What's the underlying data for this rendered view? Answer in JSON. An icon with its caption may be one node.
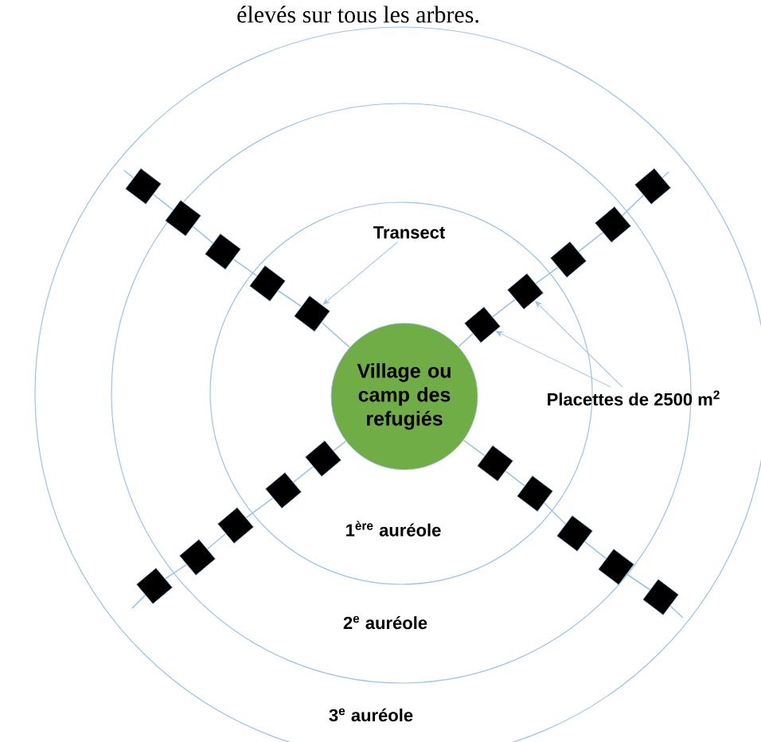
{
  "diagram": {
    "nodes": [
      {
        "text": [
          "Transect"
        ]
      },
      {
        "text": [
          "Village ou camp des refugiés"
        ]
      },
      {
        "text": [
          "Placettes de 2500 m$^{2}$"
        ]
      },
      {
        "text": [],
        "shape": "diamond"
      },
      {
        "text": [],
        "shape": "diamond"
      },
      {
        "text": [],
        "shape": "diamond"
      },
      {
        "text": [],
        "shape": "diamond"
      },
      {
        "text": [],
        "shape": "diamond"
      },
      {
        "text": [],
        "shape": "diamond"
      },
      {
        "text": [],
        "shape": "diamond"
      },
      {
        "text": [],
        "shape": "diamond"
      },
      {
        "text": [],
        "shape": "diamond"
      },
      {
        "text": [],
        "shape": "diamond"
      },
      {
        "text": [],
        "shape": "diamond"
      },
      {
        "text": [],
        "shape": "diamond"
      },
      {
        "text": [],
        "shape": "diamond"
      },
      {
        "text": [],
        "shape": "diamond"
      },
      {
        "text": [],
        "shape": "diamond"
      },
      {
        "text": [],
        "shape": "diamond"
      },
      {
        "text": [],
        "shape": "diamond"
      },
      {
        "text": [],
        "shape": "diamond"
      },
      {
        "text": [],
        "shape": "diamond"
      },
      {
        "text": [],
        "shape": "diamond"
      }
    ],
    "edges": [
      {
        "from": 0,
        "to": 11,
        "arrow": "to"
      },
      {
        "from": 2,
        "to": 10,
        "arrow": "to"
      },
      {
        "from": 2,
        "to": 12,
        "arrow": "to"
      },
      {
        "from": 1,
        "to": 11,
        "arrow": "none"
      },
      {
        "from": 11,
        "to": 9,
        "arrow": "none"
      },
      {
        "from": 9,
        "to": 7,
        "arrow": "none"
      },
      {
        "from": 7,
        "to": 5,
        "arrow": "none"
      },
      {
        "from": 5,
        "to": 3,
        "arrow": "none"
      },
      {
        "from": 3,
        "to": null,
        "arrow": "none"
      },
      {
        "from": 1,
        "to": 12,
        "arrow": "none"
      },
      {
        "from": 12,
        "to": 10,
        "arrow": "none"
      },
      {
        "from": 10,
        "to": 8,
        "arrow": "none"
      },
      {
        "from": 8,
        "to": 6,
        "arrow": "none"
      },
      {
        "from": 6,
        "to": 4,
        "arrow": "none"
      },
      {
        "from": 4,
        "to": null,
        "arrow": "none"
      },
      {
        "from": 1,
        "to": 13,
        "arrow": "none"
      },
      {
        "from": 13,
        "to": 15,
        "arrow": "none"
      },
      {
        "from": 15,
        "to": 17,
        "arrow": "none"
      },
      {
        "from": 17,
        "to": 19,
        "arrow": "none"
      },
      {
        "from": 19,
        "to": 21,
        "arrow": "none"
      },
      {
        "from": 21,
        "to": null,
        "arrow": "none"
      },
      {
        "from": 1,
        "to": 14,
        "arrow": "none"
      },
      {
        "from": 14,
        "to": 16,
        "arrow": "none"
      },
      {
        "from": 16,
        "to": 18,
        "arrow": "none"
      },
      {
        "from": 18,
        "to": 20,
        "arrow": "none"
      },
      {
        "from": 20,
        "to": 22,
        "arrow": "none"
      },
      {
        "from": 22,
        "to": null,
        "arrow": "none"
      }
    ],
    "labels": [
      "élevés sur tous les arbres.",
      "1$^{ère}$ auréole",
      "2$^{e}$ auréole",
      "3$^{e}$ auréole"
    ]
  }
}
